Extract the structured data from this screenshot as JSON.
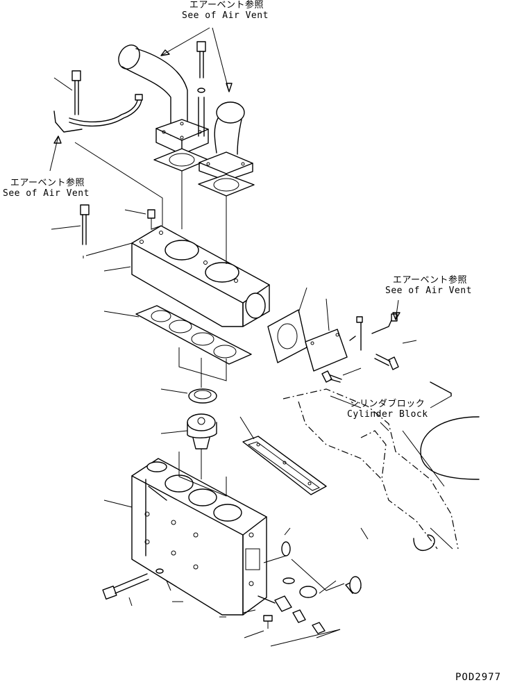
{
  "callouts": {
    "air_vent_top": {
      "ja": "エアーベント参照",
      "en": "See of Air Vent"
    },
    "air_vent_left": {
      "ja": "エアーベント参照",
      "en": "See of Air Vent"
    },
    "air_vent_right": {
      "ja": "エアーベント参照",
      "en": "See of Air Vent"
    },
    "cylinder_block": {
      "ja": "シリンダブロック",
      "en": "Cylinder Block"
    }
  },
  "drawing_code": "POD2977",
  "colors": {
    "line": "#000000",
    "background": "#ffffff"
  }
}
